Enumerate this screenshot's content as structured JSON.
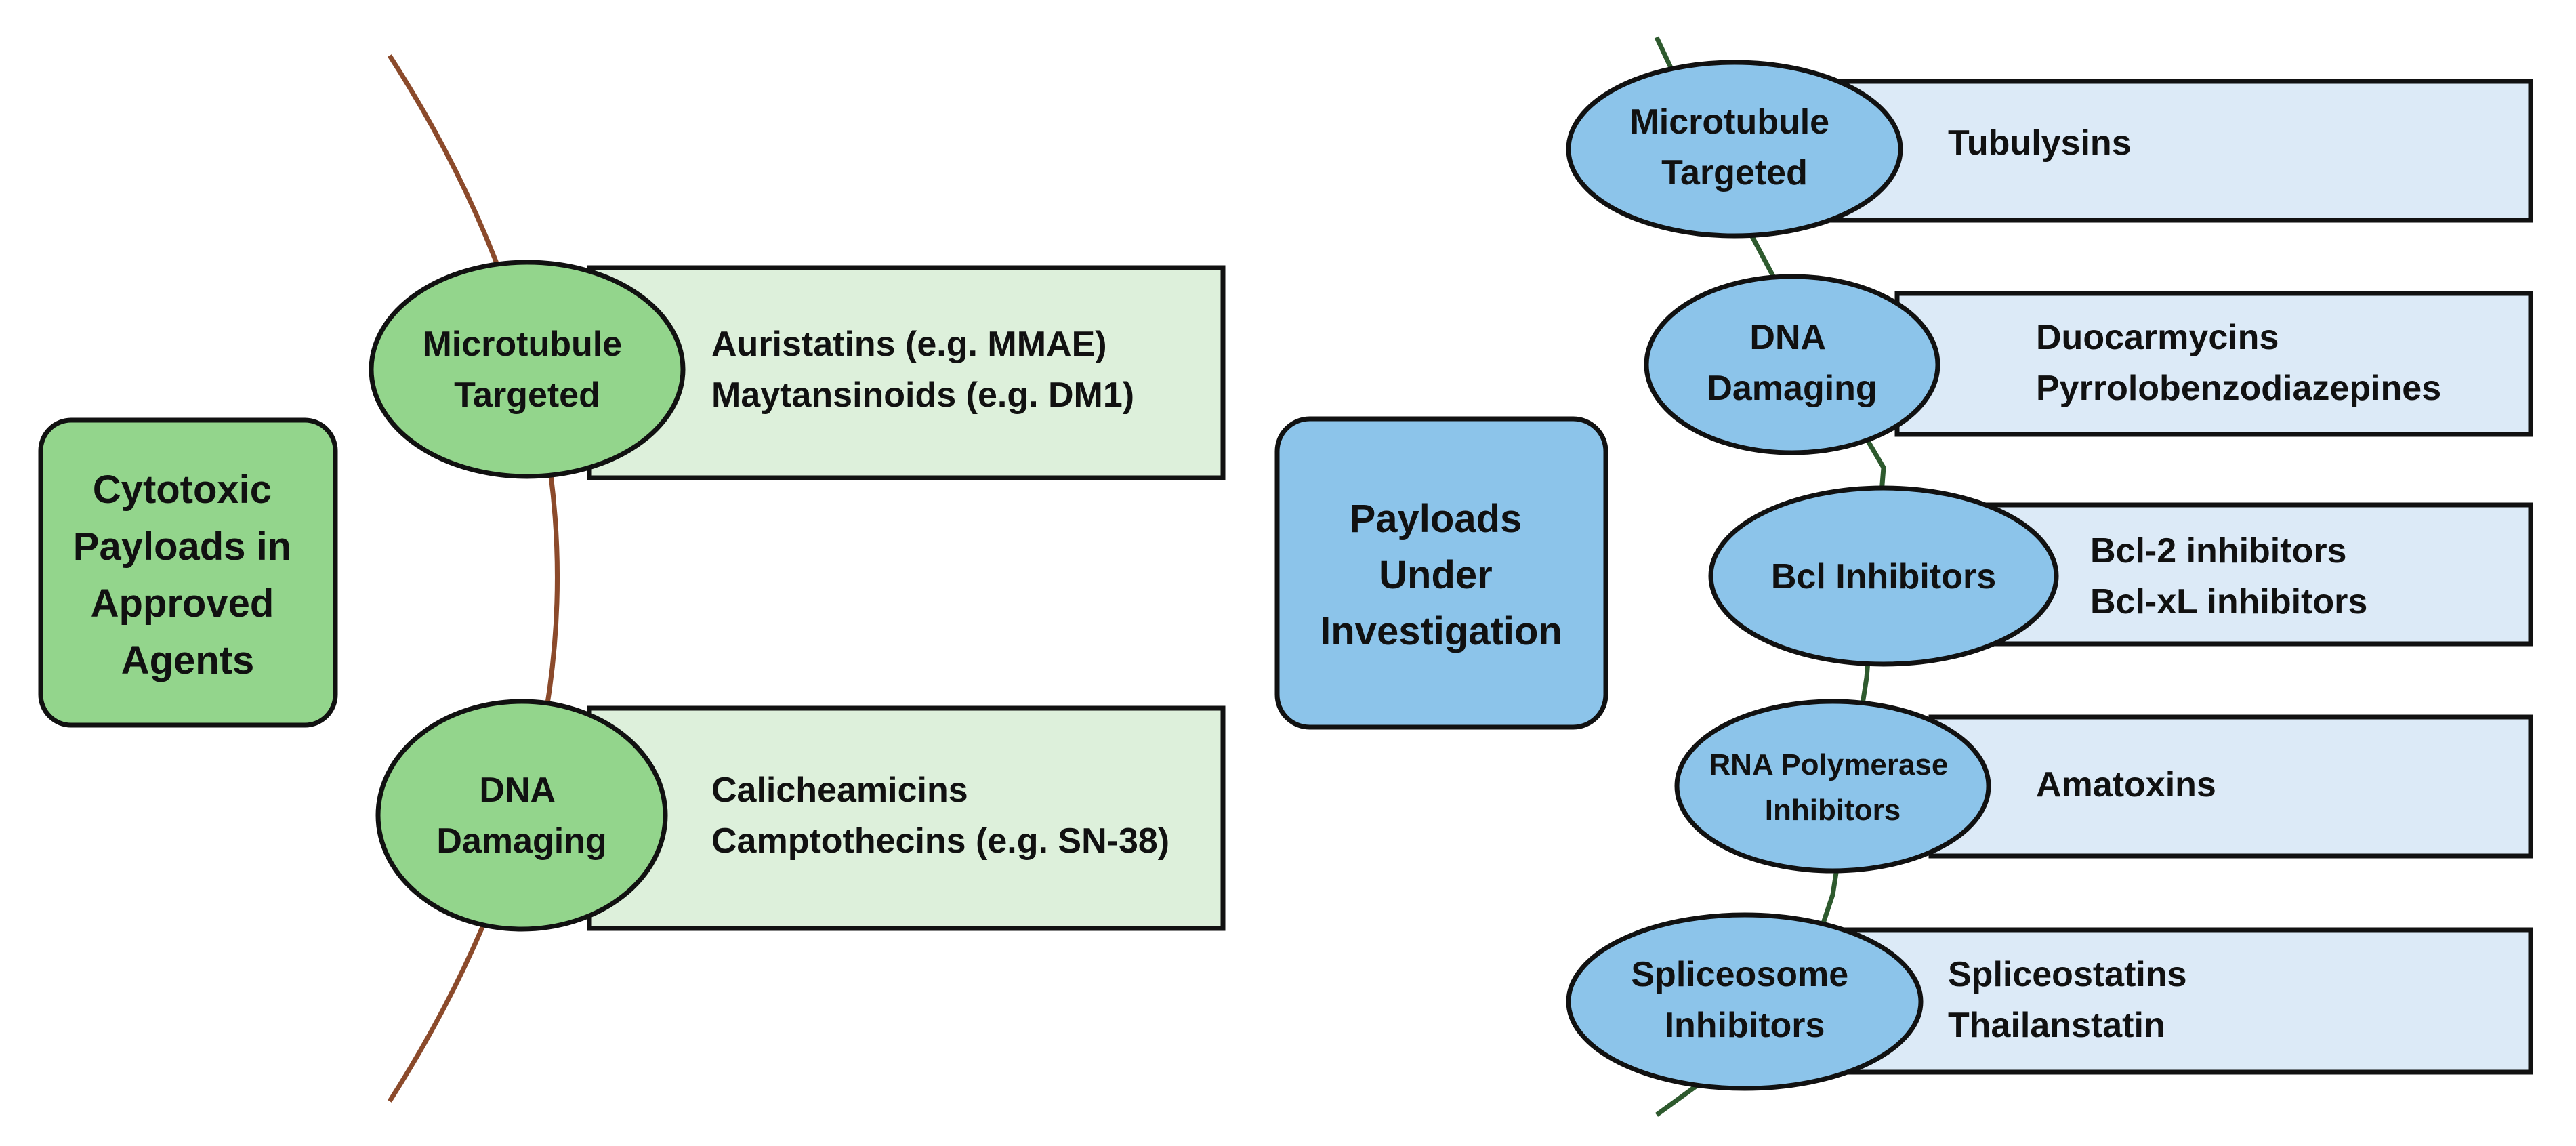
{
  "colors": {
    "approved_box_fill": "#93D58C",
    "approved_rect_fill": "#DDF0DB",
    "approved_arc": "#8B4A2B",
    "investigation_box_fill": "#8CC4EA",
    "investigation_rect_fill": "#DCEAF7",
    "investigation_line": "#2E5A2E",
    "outline": "#111111"
  },
  "approved": {
    "title": [
      "Cytotoxic",
      "Payloads in",
      "Approved",
      "Agents"
    ],
    "categories": [
      {
        "name": [
          "Microtubule",
          "Targeted"
        ],
        "examples": [
          "Auristatins (e.g. MMAE)",
          "Maytansinoids (e.g. DM1)"
        ]
      },
      {
        "name": [
          "DNA",
          "Damaging"
        ],
        "examples": [
          "Calicheamicins",
          "Camptothecins (e.g. SN-38)"
        ]
      }
    ]
  },
  "investigation": {
    "title": [
      "Payloads",
      "Under",
      "Investigation"
    ],
    "categories": [
      {
        "name": [
          "Microtubule",
          "Targeted"
        ],
        "examples": [
          "Tubulysins"
        ]
      },
      {
        "name": [
          "DNA",
          "Damaging"
        ],
        "examples": [
          "Duocarmycins",
          "Pyrrolobenzodiazepines"
        ]
      },
      {
        "name": [
          "Bcl Inhibitors"
        ],
        "examples": [
          "Bcl-2 inhibitors",
          "Bcl-xL inhibitors"
        ]
      },
      {
        "name": [
          "RNA Polymerase",
          "Inhibitors"
        ],
        "examples": [
          "Amatoxins"
        ]
      },
      {
        "name": [
          "Spliceosome",
          "Inhibitors"
        ],
        "examples": [
          "Spliceostatins",
          "Thailanstatin"
        ]
      }
    ]
  }
}
